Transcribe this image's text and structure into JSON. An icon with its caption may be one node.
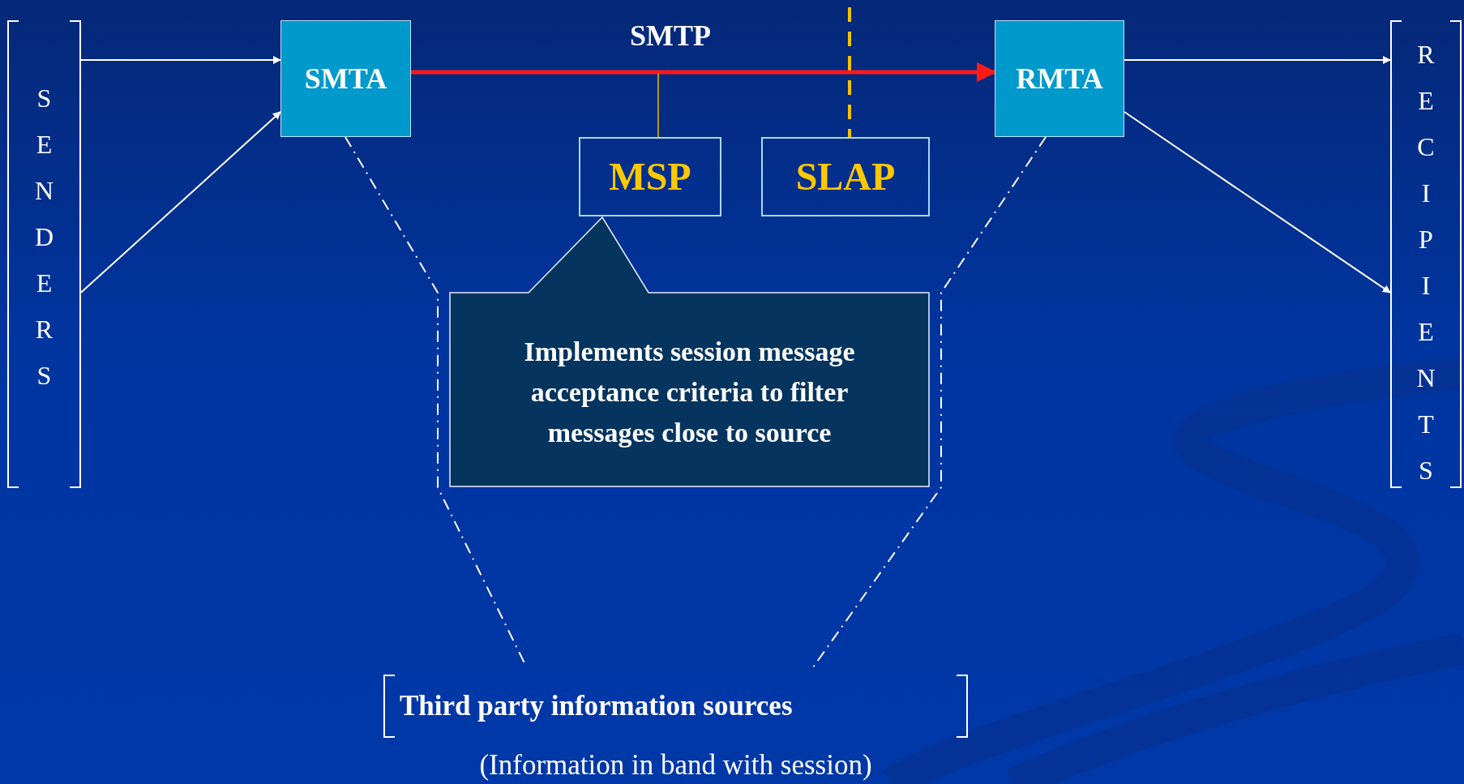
{
  "diagram": {
    "nodes": [
      {
        "text": [
          "SENDERS"
        ]
      },
      {
        "text": [
          "SMTA"
        ]
      },
      {
        "text": [
          "RMTA"
        ]
      },
      {
        "text": [
          "MSP"
        ]
      },
      {
        "text": [
          "SLAP"
        ]
      },
      {
        "text": [
          "Implements session message acceptance criteria to filter messages close to source"
        ]
      },
      {
        "text": [
          "Third party information sources"
        ],
        "beside": [
          "(Information in band with session)"
        ]
      },
      {
        "text": [
          "RECIPIENTS"
        ]
      }
    ],
    "edges": [
      {
        "from": 0,
        "to": 1,
        "arrow": "to"
      },
      {
        "from": 0,
        "to": 1,
        "arrow": "to"
      },
      {
        "from": 1,
        "to": 2,
        "arrow": "to",
        "label": "SMTP",
        "style": "thick",
        "color": "#ff1a1a"
      },
      {
        "from": 3,
        "to": null,
        "arrow": "none",
        "color": "#e8b800"
      },
      {
        "from": 1,
        "to": 6,
        "arrow": "none",
        "style": "dashed"
      },
      {
        "from": 2,
        "to": 6,
        "arrow": "none",
        "style": "dashed"
      },
      {
        "from": 2,
        "to": 7,
        "arrow": "to"
      },
      {
        "from": 2,
        "to": 7,
        "arrow": "to"
      }
    ]
  }
}
